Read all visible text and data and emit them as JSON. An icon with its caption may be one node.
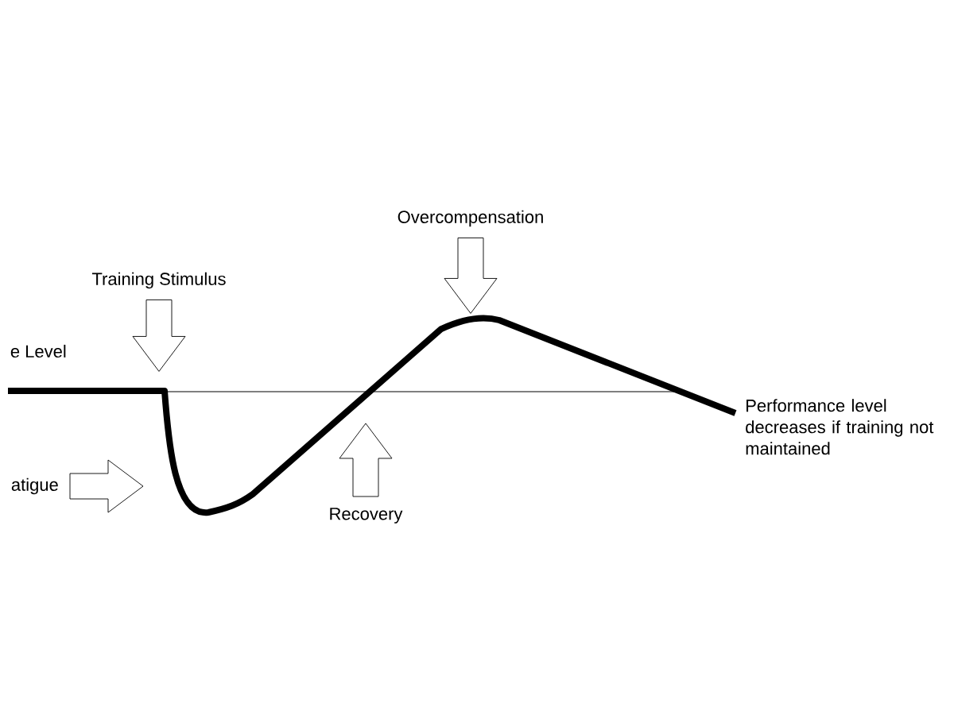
{
  "diagram": {
    "nodes": [
      {
        "text": [
          "Training Stimulus"
        ]
      },
      {
        "text": [
          "Overcompensation"
        ]
      },
      {
        "text": [
          "atigue"
        ]
      },
      {
        "text": [
          "Recovery"
        ]
      }
    ],
    "edges": [
      {
        "from": 0,
        "to": null,
        "arrow": "to"
      },
      {
        "from": 1,
        "to": null,
        "arrow": "to"
      },
      {
        "from": 2,
        "to": null,
        "arrow": "to"
      },
      {
        "from": 3,
        "to": null,
        "arrow": "to"
      }
    ],
    "labels": [
      "e Level",
      "Performance level decreases if training not maintained"
    ]
  }
}
